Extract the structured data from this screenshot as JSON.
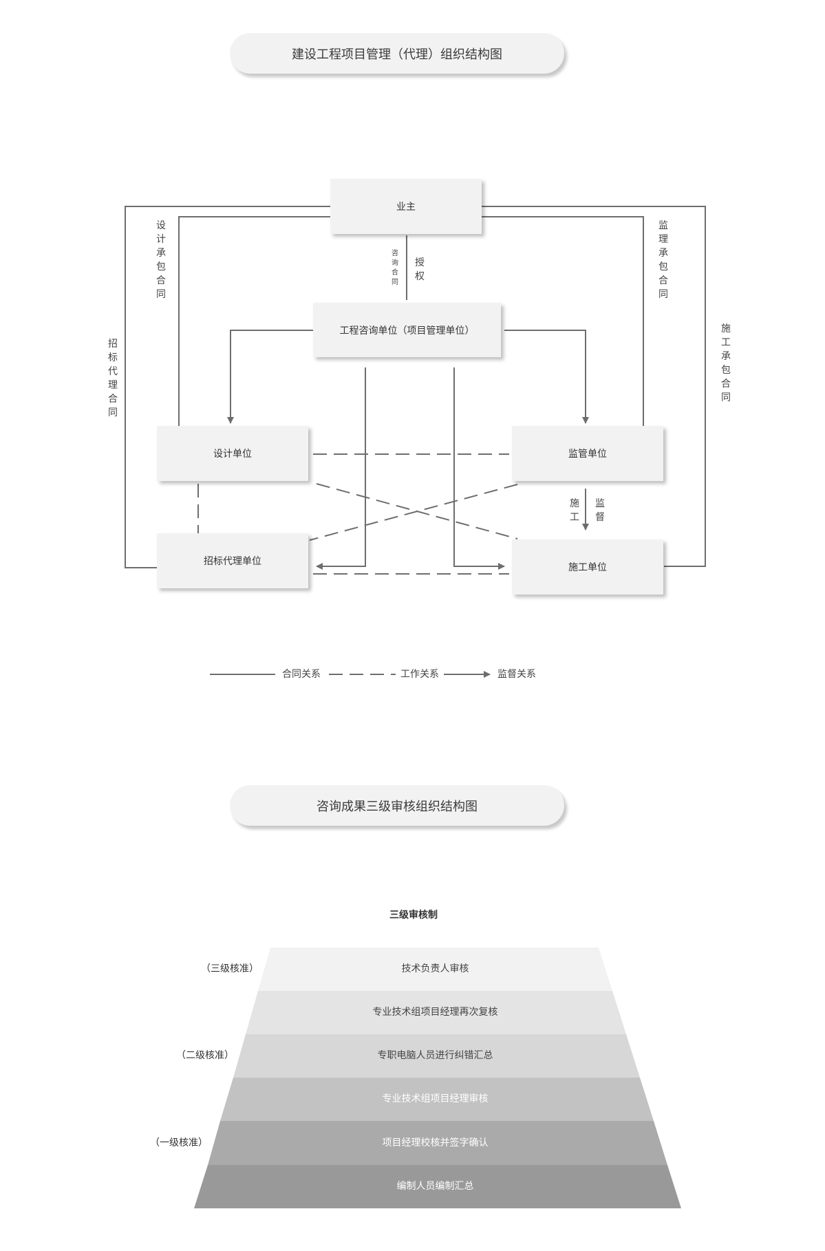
{
  "titles": {
    "org_chart": "建设工程项目管理（代理）组织结构图",
    "review_chart": "咨询成果三级审核组织结构图"
  },
  "nodes": {
    "owner": "业主",
    "consult": "工程咨询单位（项目管理单位）",
    "design": "设计单位",
    "supervise": "监管单位",
    "tender": "招标代理单位",
    "construct": "施工单位"
  },
  "edge_labels": {
    "design_contract": "设计承包合同",
    "supervise_contract": "监理承包合同",
    "tender_contract": "招标代理合同",
    "construct_contract": "施工承包合同",
    "consult_contract": "咨询合同",
    "authorize": "授权",
    "construction": "施工",
    "oversight": "监督"
  },
  "legend": {
    "contract": "合同关系",
    "work": "工作关系",
    "supervision": "监督关系"
  },
  "pyramid": {
    "title": "三级审核制",
    "levels": [
      "（三级核准）",
      "（二级核准）",
      "（一级核准）"
    ],
    "layers": [
      {
        "label": "技术负责人审核",
        "color": "#f2f2f2",
        "text_color": "#444444"
      },
      {
        "label": "专业技术组项目经理再次复核",
        "color": "#e4e4e4",
        "text_color": "#444444"
      },
      {
        "label": "专职电脑人员进行纠错汇总",
        "color": "#d7d7d7",
        "text_color": "#444444"
      },
      {
        "label": "专业技术组项目经理审核",
        "color": "#c2c2c2",
        "text_color": "#ffffff"
      },
      {
        "label": "项目经理校核并签字确认",
        "color": "#aaaaaa",
        "text_color": "#ffffff"
      },
      {
        "label": "编制人员编制汇总",
        "color": "#999999",
        "text_color": "#ffffff"
      }
    ]
  },
  "colors": {
    "line": "#6d6d6d",
    "box": "#f2f2f2"
  }
}
